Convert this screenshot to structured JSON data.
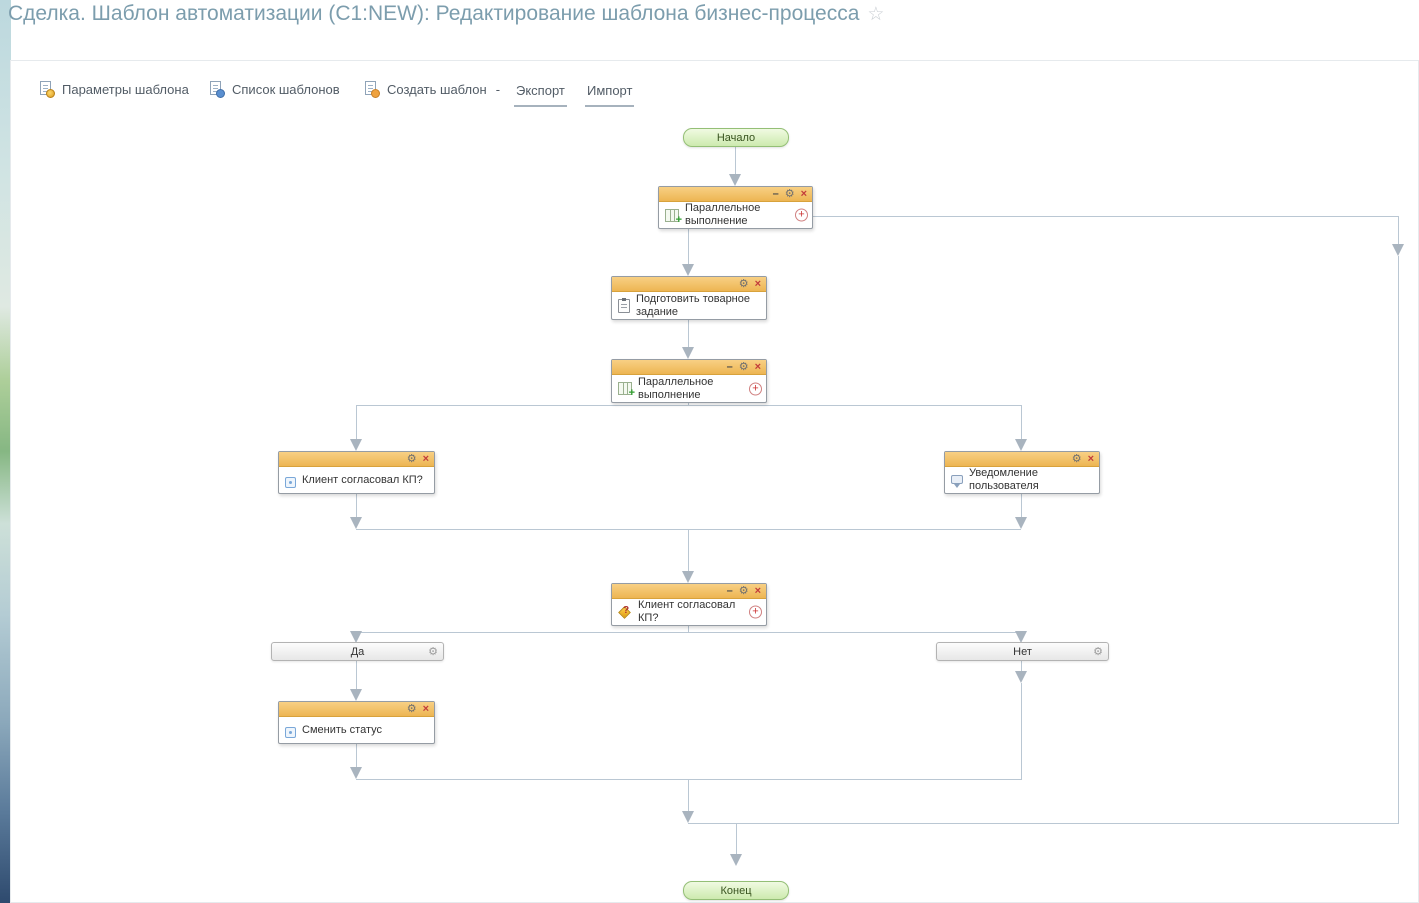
{
  "page": {
    "title": "Сделка. Шаблон автоматизации (C1:NEW): Редактирование шаблона бизнес-процесса"
  },
  "icons": {
    "star": "☆",
    "gear": "⚙",
    "minimize": "–",
    "close": "×",
    "add": "+",
    "question": "?"
  },
  "toolbar": {
    "template_params": "Параметры шаблона",
    "template_list": "Список шаблонов",
    "create_template": "Создать шаблон",
    "create_template_arrow": "-",
    "export": "Экспорт",
    "import": "Импорт"
  },
  "diagram": {
    "start": "Начало",
    "end": "Конец",
    "blocks": {
      "parallel_top": "Параллельное выполнение",
      "prepare_task": "Подготовить товарное задание",
      "parallel_mid": "Параллельное выполнение",
      "client_approved_activity": "Клиент согласовал КП?",
      "user_notification": "Уведомление пользователя",
      "client_approved_condition": "Клиент согласовал КП?",
      "change_status": "Сменить статус"
    },
    "branches": {
      "yes": "Да",
      "no": "Нет"
    }
  }
}
